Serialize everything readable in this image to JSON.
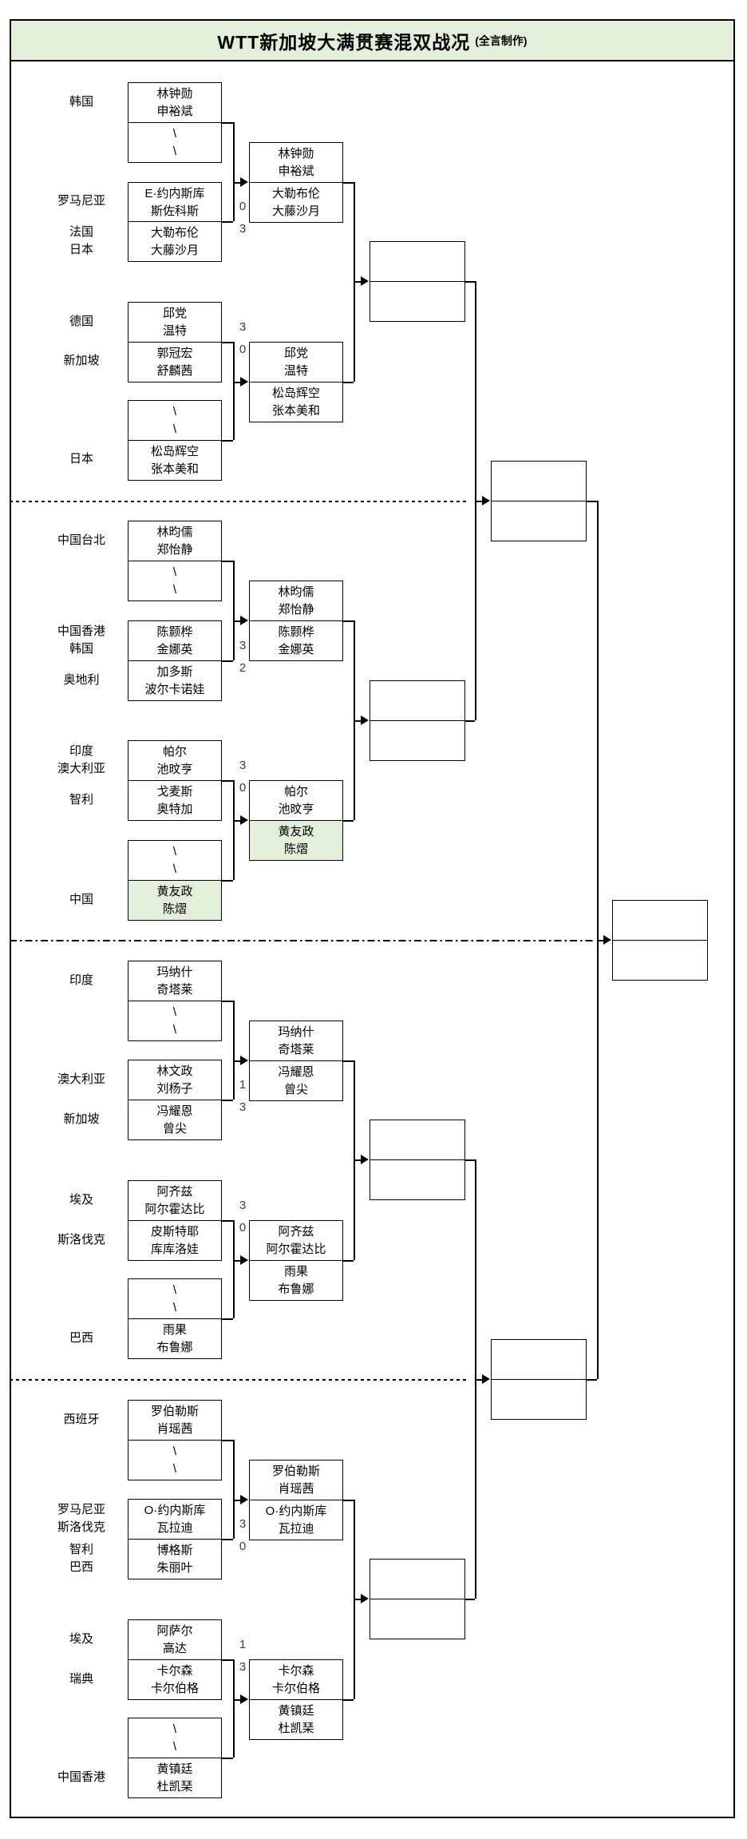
{
  "title": {
    "main": "WTT新加坡大满贯赛混双战况",
    "suffix": "(全言制作)"
  },
  "colors": {
    "highlight_green": "#e2efda",
    "line": "#000000",
    "score_text": "#3c3c3c",
    "background": "#ffffff"
  },
  "bracket": {
    "countries": [
      "韩国",
      "罗马尼亚",
      "法国\n日本",
      "德国",
      "新加坡",
      "日本",
      "中国台北",
      "中国香港\n韩国",
      "奥地利",
      "印度\n澳大利亚",
      "智利",
      "中国",
      "印度",
      "澳大利亚",
      "新加坡",
      "埃及",
      "斯洛伐克",
      "巴西",
      "西班牙",
      "罗马尼亚\n斯洛伐克",
      "智利\n巴西",
      "埃及",
      "瑞典",
      "中国香港"
    ],
    "r1": [
      {
        "l1": "林钟勋",
        "l2": "申裕斌"
      },
      {
        "l1": "\\",
        "l2": "\\"
      },
      {
        "l1": "E·约内斯库",
        "l2": "斯佐科斯"
      },
      {
        "l1": "大勒布伦",
        "l2": "大藤沙月"
      },
      {
        "l1": "邱党",
        "l2": "温特"
      },
      {
        "l1": "郭冠宏",
        "l2": "舒麟茜"
      },
      {
        "l1": "\\",
        "l2": "\\"
      },
      {
        "l1": "松岛辉空",
        "l2": "张本美和"
      },
      {
        "l1": "林昀儒",
        "l2": "郑怡静"
      },
      {
        "l1": "\\",
        "l2": "\\"
      },
      {
        "l1": "陈颢桦",
        "l2": "金娜英"
      },
      {
        "l1": "加多斯",
        "l2": "波尔卡诺娃"
      },
      {
        "l1": "帕尔",
        "l2": "池旼亨"
      },
      {
        "l1": "戈麦斯",
        "l2": "奥特加"
      },
      {
        "l1": "\\",
        "l2": "\\"
      },
      {
        "l1": "黄友政",
        "l2": "陈熠"
      },
      {
        "l1": "玛纳什",
        "l2": "奇塔莱"
      },
      {
        "l1": "\\",
        "l2": "\\"
      },
      {
        "l1": "林文政",
        "l2": "刘杨子"
      },
      {
        "l1": "冯耀恩",
        "l2": "曾尖"
      },
      {
        "l1": "阿齐兹",
        "l2": "阿尔霍达比"
      },
      {
        "l1": "皮斯特耶",
        "l2": "库库洛娃"
      },
      {
        "l1": "\\",
        "l2": "\\"
      },
      {
        "l1": "雨果",
        "l2": "布鲁娜"
      },
      {
        "l1": "罗伯勒斯",
        "l2": "肖瑶茜"
      },
      {
        "l1": "\\",
        "l2": "\\"
      },
      {
        "l1": "O·约内斯库",
        "l2": "瓦拉迪"
      },
      {
        "l1": "博格斯",
        "l2": "朱丽叶"
      },
      {
        "l1": "阿萨尔",
        "l2": "高达"
      },
      {
        "l1": "卡尔森",
        "l2": "卡尔伯格"
      },
      {
        "l1": "\\",
        "l2": "\\"
      },
      {
        "l1": "黄镇廷",
        "l2": "杜凯琹"
      }
    ],
    "scores": [
      "0",
      "3",
      "3",
      "0",
      "3",
      "2",
      "3",
      "0",
      "1",
      "3",
      "3",
      "0",
      "3",
      "0",
      "1",
      "3"
    ],
    "r2": [
      {
        "t1": "林钟勋",
        "t2": "申裕斌",
        "b1": "大勒布伦",
        "b2": "大藤沙月"
      },
      {
        "t1": "邱党",
        "t2": "温特",
        "b1": "松岛辉空",
        "b2": "张本美和"
      },
      {
        "t1": "林昀儒",
        "t2": "郑怡静",
        "b1": "陈颢桦",
        "b2": "金娜英"
      },
      {
        "t1": "帕尔",
        "t2": "池旼亨",
        "b1": "黄友政",
        "b2": "陈熠"
      },
      {
        "t1": "玛纳什",
        "t2": "奇塔莱",
        "b1": "冯耀恩",
        "b2": "曾尖"
      },
      {
        "t1": "阿齐兹",
        "t2": "阿尔霍达比",
        "b1": "雨果",
        "b2": "布鲁娜"
      },
      {
        "t1": "罗伯勒斯",
        "t2": "肖瑶茜",
        "b1": "O·约内斯库",
        "b2": "瓦拉迪"
      },
      {
        "t1": "卡尔森",
        "t2": "卡尔伯格",
        "b1": "黄镇廷",
        "b2": "杜凯琹"
      }
    ]
  }
}
